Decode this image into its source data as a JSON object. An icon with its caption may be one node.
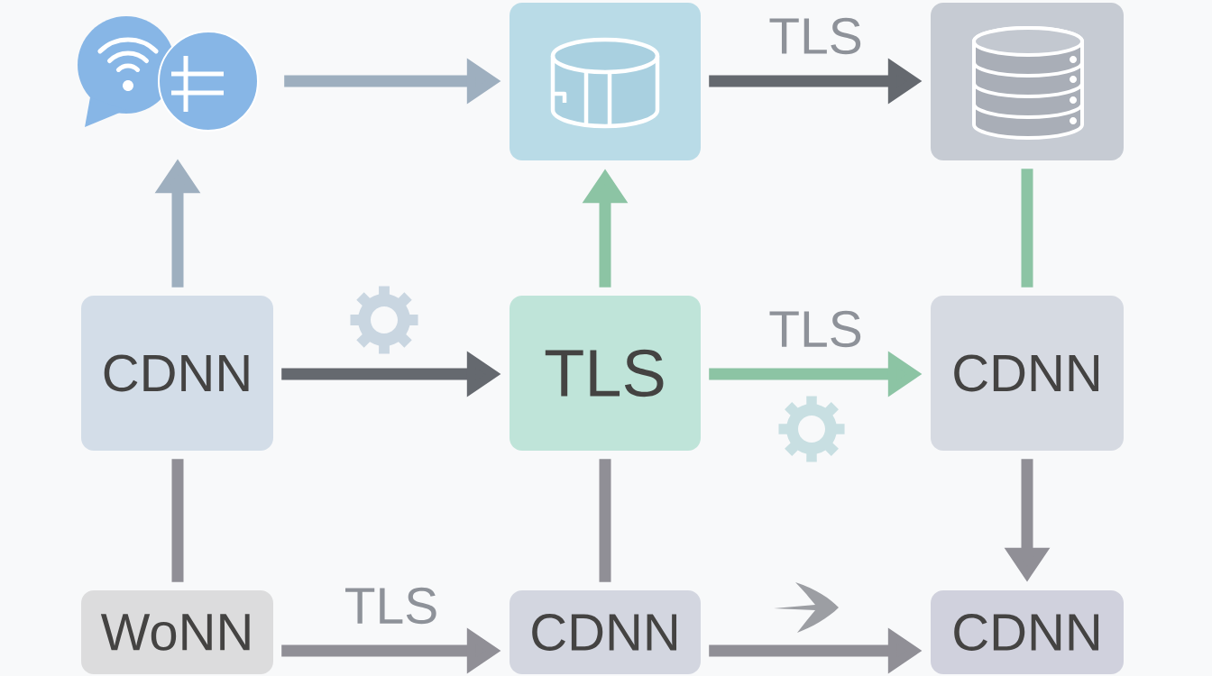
{
  "diagram": {
    "nodes": [
      {
        "text": [],
        "shape": "picture"
      },
      {
        "text": [],
        "shape": "box"
      },
      {
        "text": [],
        "shape": "box"
      },
      {
        "text": [
          "CDNN"
        ]
      },
      {
        "text": [
          "TLS"
        ]
      },
      {
        "text": [
          "CDNN"
        ]
      },
      {
        "text": [
          "WoNN"
        ]
      },
      {
        "text": [
          "CDNN"
        ]
      },
      {
        "text": [
          "CDNN"
        ]
      }
    ],
    "edges": [
      {
        "from": 0,
        "to": 1,
        "arrow": "to",
        "color": "#9eafbf"
      },
      {
        "from": 1,
        "to": 2,
        "arrow": "to",
        "label": "TLS",
        "color": "#65696f"
      },
      {
        "from": 3,
        "to": 0,
        "arrow": "to",
        "color": "#9eafbf"
      },
      {
        "from": 3,
        "to": 4,
        "arrow": "to",
        "color": "#65696f"
      },
      {
        "from": 4,
        "to": 1,
        "arrow": "to",
        "color": "#8cc4a4"
      },
      {
        "from": 4,
        "to": 5,
        "arrow": "to",
        "label": "TLS",
        "color": "#8cc4a4"
      },
      {
        "from": 2,
        "to": 5,
        "arrow": "none",
        "color": "#8cc4a4"
      },
      {
        "from": 5,
        "to": 8,
        "arrow": "to"
      },
      {
        "from": 3,
        "to": 6,
        "arrow": "none"
      },
      {
        "from": 4,
        "to": 7,
        "arrow": "none"
      },
      {
        "from": 6,
        "to": 7,
        "arrow": "to",
        "label": "TLS"
      },
      {
        "from": 7,
        "to": 8,
        "arrow": "to"
      }
    ]
  }
}
